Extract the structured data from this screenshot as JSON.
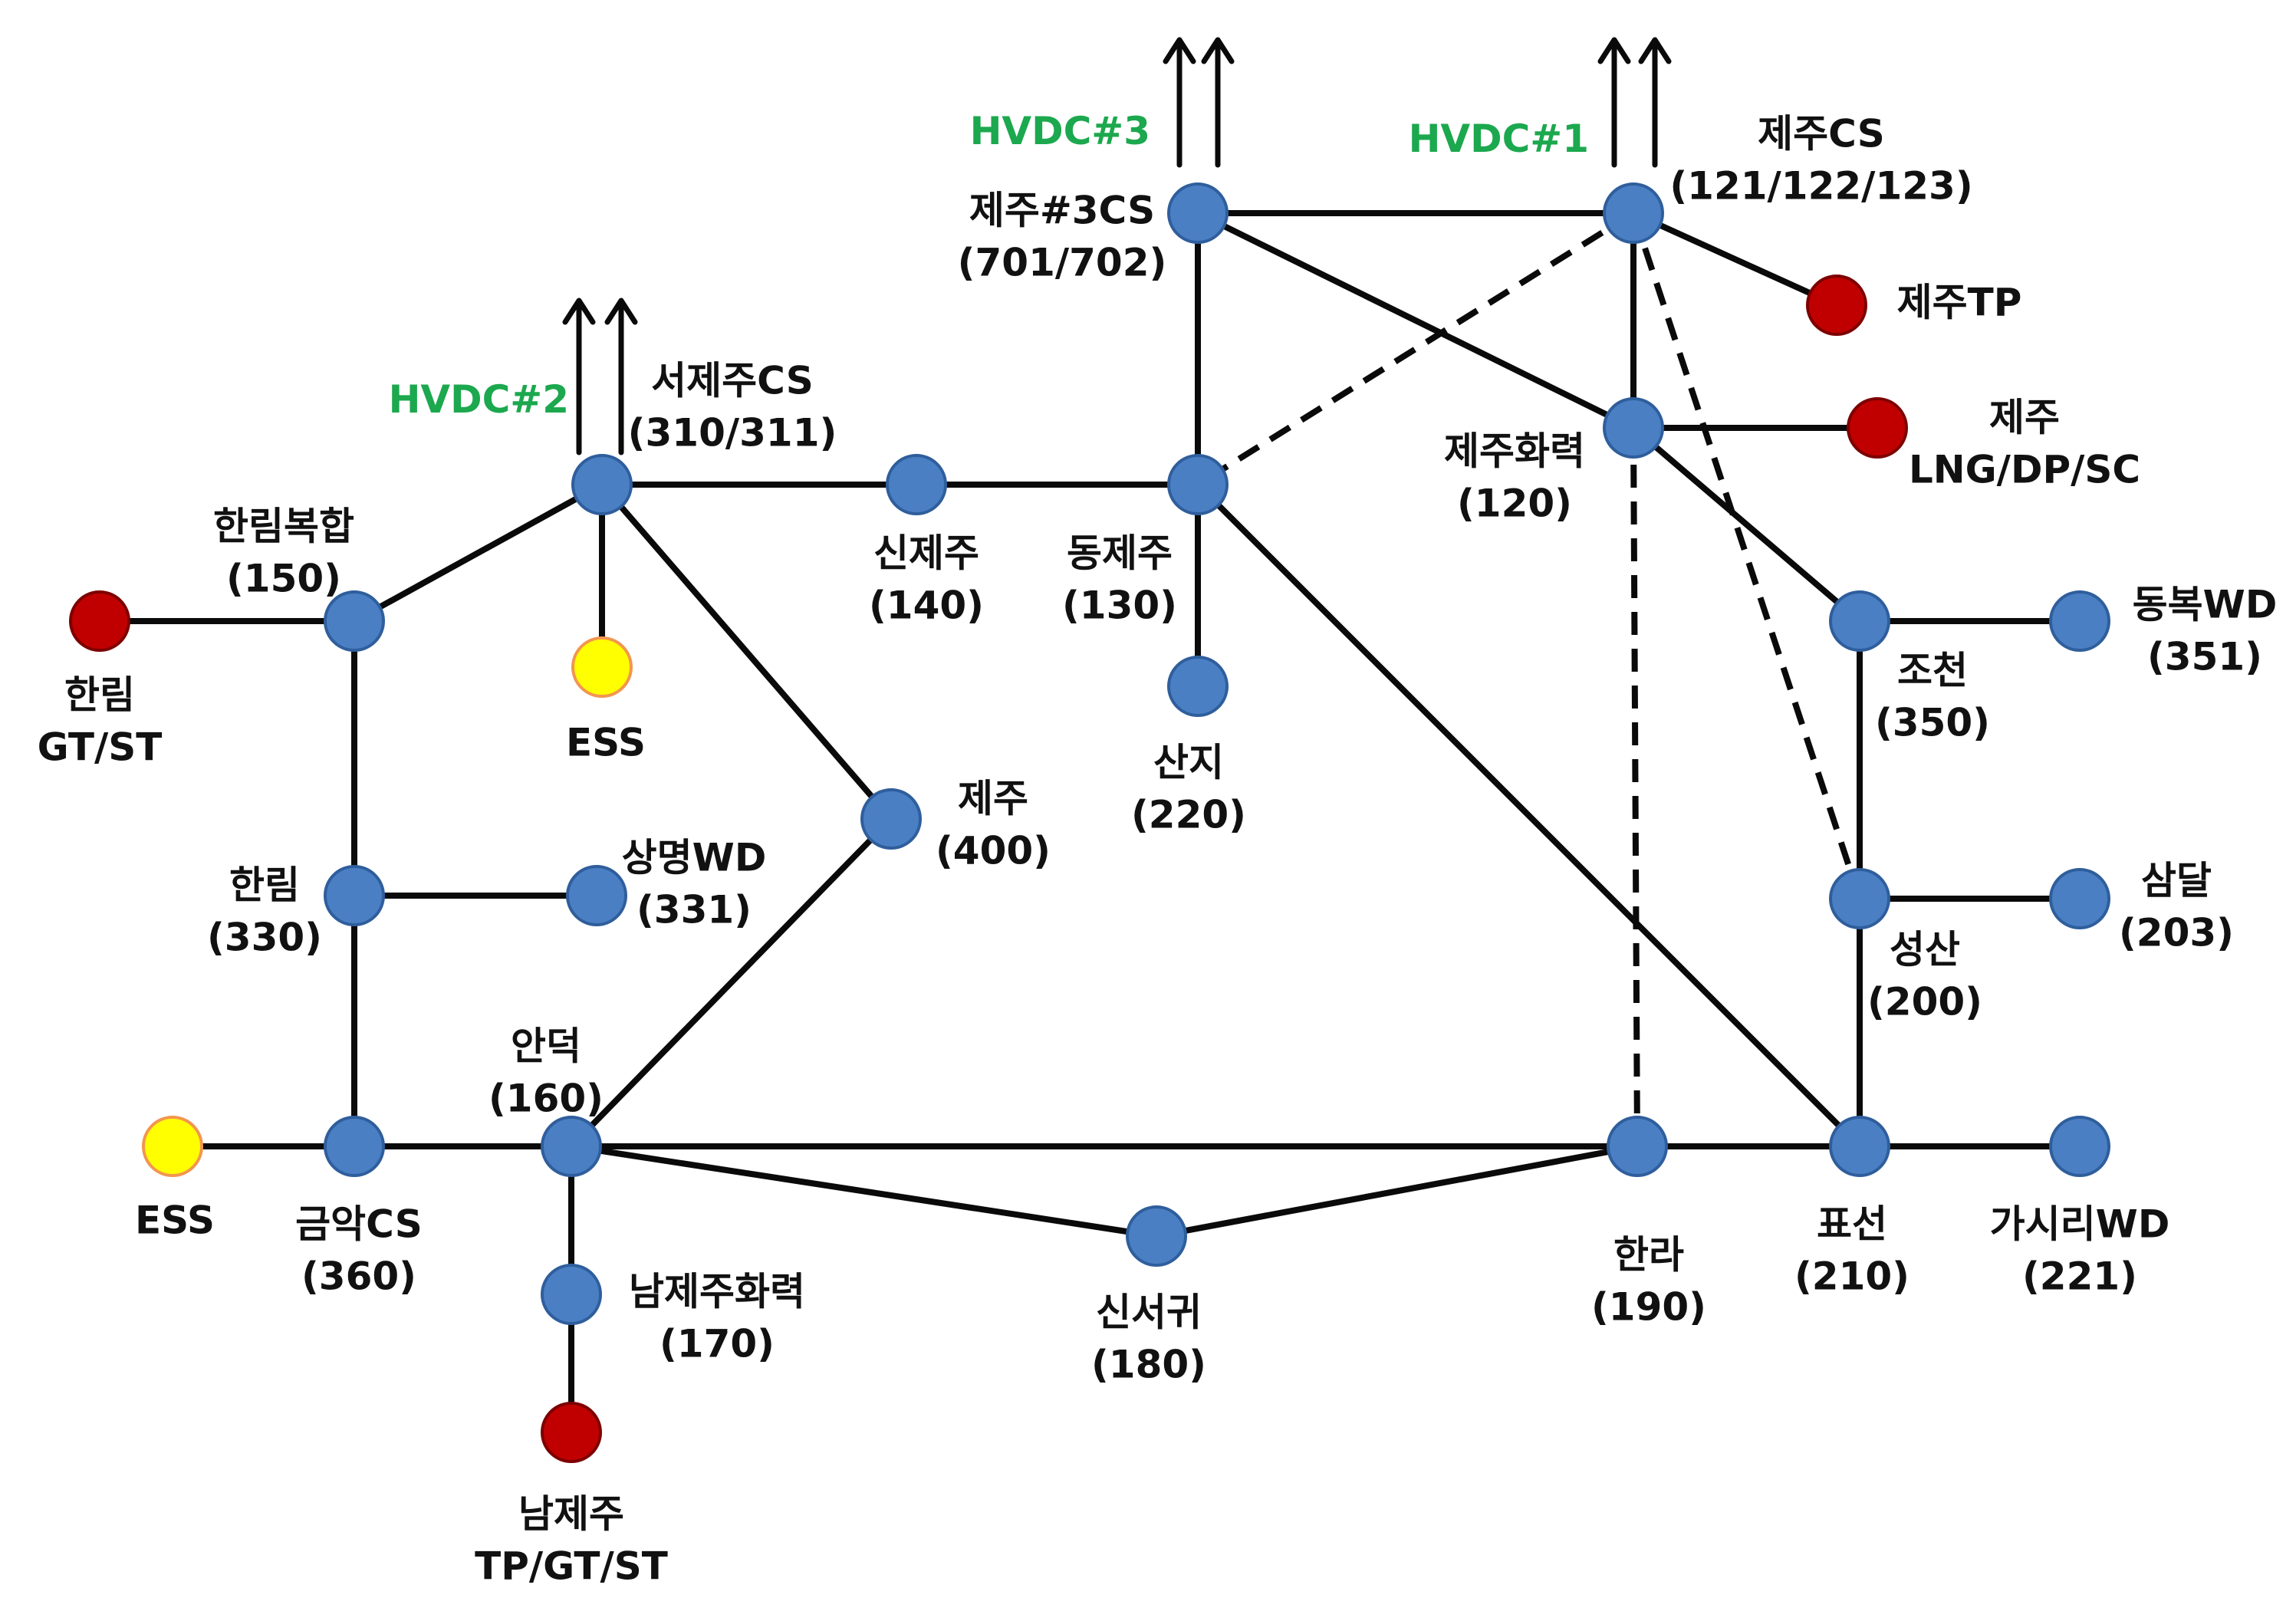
{
  "colors": {
    "bus": "#4a7fc4",
    "bus_stroke": "#2f5e9c",
    "generator": "#c00000",
    "generator_stroke": "#7d0000",
    "ess": "#ffff00",
    "ess_stroke": "#f2964f",
    "hvdc_text": "#1ca84e",
    "line": "#0a0a0a"
  },
  "legend_kinds": {
    "bus": "bus",
    "generator": "generator",
    "ess": "ess"
  },
  "hvdc_labels": {
    "hvdc1": "HVDC#1",
    "hvdc2": "HVDC#2",
    "hvdc3": "HVDC#3"
  },
  "nodes": [
    {
      "id": "jeju_cs",
      "kind": "bus",
      "lines": [
        "제주CS",
        "(121/122/123)"
      ]
    },
    {
      "id": "jeju3_cs",
      "kind": "bus",
      "lines": [
        "제주#3CS",
        "(701/702)"
      ]
    },
    {
      "id": "jeju_tp",
      "kind": "generator",
      "lines": [
        "제주TP"
      ]
    },
    {
      "id": "jeju_lng",
      "kind": "generator",
      "lines": [
        "제주",
        "LNG/DP/SC"
      ]
    },
    {
      "id": "jeju_hwaryeok",
      "kind": "bus",
      "lines": [
        "제주화력",
        "(120)"
      ]
    },
    {
      "id": "seojeju_cs",
      "kind": "bus",
      "lines": [
        "서제주CS",
        "(310/311)"
      ]
    },
    {
      "id": "sinjeju",
      "kind": "bus",
      "lines": [
        "신제주",
        "(140)"
      ]
    },
    {
      "id": "dongjeju",
      "kind": "bus",
      "lines": [
        "동제주",
        "(130)"
      ]
    },
    {
      "id": "sanji",
      "kind": "bus",
      "lines": [
        "산지",
        "(220)"
      ]
    },
    {
      "id": "hallim_bokhap",
      "kind": "bus",
      "lines": [
        "한림복합",
        "(150)"
      ]
    },
    {
      "id": "hallim_gtst",
      "kind": "generator",
      "lines": [
        "한림",
        "GT/ST"
      ]
    },
    {
      "id": "ess_top",
      "kind": "ess",
      "lines": [
        "ESS"
      ]
    },
    {
      "id": "jeju400",
      "kind": "bus",
      "lines": [
        "제주",
        "(400)"
      ]
    },
    {
      "id": "hallim330",
      "kind": "bus",
      "lines": [
        "한림",
        "(330)"
      ]
    },
    {
      "id": "sangmyeong_wd",
      "kind": "bus",
      "lines": [
        "상명WD",
        "(331)"
      ]
    },
    {
      "id": "jocheon",
      "kind": "bus",
      "lines": [
        "조천",
        "(350)"
      ]
    },
    {
      "id": "dongbok_wd",
      "kind": "bus",
      "lines": [
        "동복WD",
        "(351)"
      ]
    },
    {
      "id": "seongsan",
      "kind": "bus",
      "lines": [
        "성산",
        "(200)"
      ]
    },
    {
      "id": "samdal",
      "kind": "bus",
      "lines": [
        "삼달",
        "(203)"
      ]
    },
    {
      "id": "ess_bottom",
      "kind": "ess",
      "lines": [
        "ESS"
      ]
    },
    {
      "id": "geumak_cs",
      "kind": "bus",
      "lines": [
        "금악CS",
        "(360)"
      ]
    },
    {
      "id": "andeok",
      "kind": "bus",
      "lines": [
        "안덕",
        "(160)"
      ]
    },
    {
      "id": "namjeju_hwaryeok",
      "kind": "bus",
      "lines": [
        "남제주화력",
        "(170)"
      ]
    },
    {
      "id": "namjeju_gen",
      "kind": "generator",
      "lines": [
        "남제주",
        "TP/GT/ST"
      ]
    },
    {
      "id": "sinseogwi",
      "kind": "bus",
      "lines": [
        "신서귀",
        "(180)"
      ]
    },
    {
      "id": "halla",
      "kind": "bus",
      "lines": [
        "한라",
        "(190)"
      ]
    },
    {
      "id": "pyoseon",
      "kind": "bus",
      "lines": [
        "표선",
        "(210)"
      ]
    },
    {
      "id": "gasiri_wd",
      "kind": "bus",
      "lines": [
        "가시리WD",
        "(221)"
      ]
    }
  ],
  "edges": [
    {
      "from": "jeju3_cs",
      "to": "jeju_cs",
      "style": "solid"
    },
    {
      "from": "jeju_cs",
      "to": "jeju_tp",
      "style": "solid"
    },
    {
      "from": "jeju_cs",
      "to": "jeju_hwaryeok",
      "style": "solid"
    },
    {
      "from": "jeju3_cs",
      "to": "jeju_hwaryeok",
      "style": "solid"
    },
    {
      "from": "jeju3_cs",
      "to": "dongjeju",
      "style": "solid"
    },
    {
      "from": "jeju_hwaryeok",
      "to": "jeju_lng",
      "style": "solid"
    },
    {
      "from": "jeju_hwaryeok",
      "to": "jocheon",
      "style": "solid"
    },
    {
      "from": "jeju_cs",
      "to": "dongjeju",
      "style": "dashed"
    },
    {
      "from": "jeju_cs",
      "to": "seongsan",
      "style": "dashed"
    },
    {
      "from": "jeju_hwaryeok",
      "to": "halla",
      "style": "dashed"
    },
    {
      "from": "seojeju_cs",
      "to": "sinjeju",
      "style": "solid"
    },
    {
      "from": "sinjeju",
      "to": "dongjeju",
      "style": "solid"
    },
    {
      "from": "dongjeju",
      "to": "sanji",
      "style": "solid"
    },
    {
      "from": "dongjeju",
      "to": "pyoseon",
      "style": "solid"
    },
    {
      "from": "seojeju_cs",
      "to": "hallim_bokhap",
      "style": "solid"
    },
    {
      "from": "seojeju_cs",
      "to": "ess_top",
      "style": "solid"
    },
    {
      "from": "seojeju_cs",
      "to": "jeju400",
      "style": "solid"
    },
    {
      "from": "hallim_gtst",
      "to": "hallim_bokhap",
      "style": "solid"
    },
    {
      "from": "hallim_bokhap",
      "to": "hallim330",
      "style": "solid"
    },
    {
      "from": "hallim330",
      "to": "sangmyeong_wd",
      "style": "solid"
    },
    {
      "from": "hallim330",
      "to": "geumak_cs",
      "style": "solid"
    },
    {
      "from": "jeju400",
      "to": "andeok",
      "style": "solid"
    },
    {
      "from": "ess_bottom",
      "to": "geumak_cs",
      "style": "solid"
    },
    {
      "from": "geumak_cs",
      "to": "andeok",
      "style": "solid"
    },
    {
      "from": "andeok",
      "to": "pyoseon",
      "style": "solid"
    },
    {
      "from": "andeok",
      "to": "namjeju_hwaryeok",
      "style": "solid"
    },
    {
      "from": "namjeju_hwaryeok",
      "to": "namjeju_gen",
      "style": "solid"
    },
    {
      "from": "andeok",
      "to": "sinseogwi",
      "style": "solid"
    },
    {
      "from": "sinseogwi",
      "to": "halla",
      "style": "solid"
    },
    {
      "from": "jocheon",
      "to": "dongbok_wd",
      "style": "solid"
    },
    {
      "from": "jocheon",
      "to": "pyoseon",
      "style": "solid"
    },
    {
      "from": "seongsan",
      "to": "samdal",
      "style": "solid"
    },
    {
      "from": "pyoseon",
      "to": "gasiri_wd",
      "style": "solid"
    }
  ]
}
